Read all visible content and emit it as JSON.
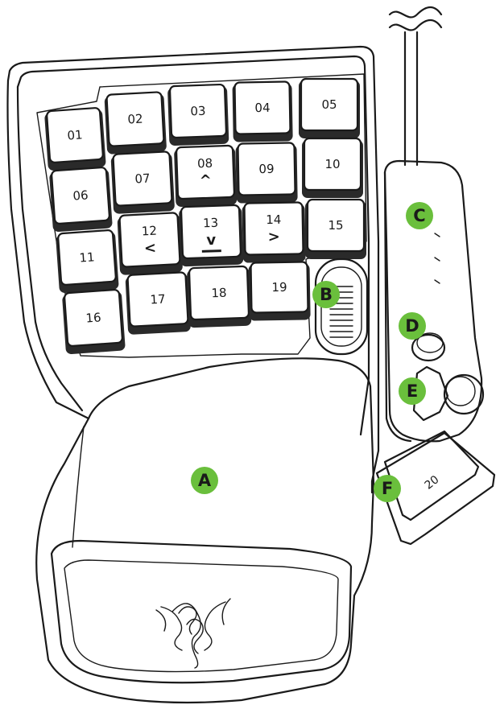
{
  "keys": [
    {
      "label": "01"
    },
    {
      "label": "02"
    },
    {
      "label": "03"
    },
    {
      "label": "04"
    },
    {
      "label": "05"
    },
    {
      "label": "06"
    },
    {
      "label": "07"
    },
    {
      "label": "08",
      "glyph": "^"
    },
    {
      "label": "09"
    },
    {
      "label": "10"
    },
    {
      "label": "11"
    },
    {
      "label": "12",
      "glyph": "<"
    },
    {
      "label": "13",
      "glyph": "v"
    },
    {
      "label": "14",
      "glyph": ">"
    },
    {
      "label": "15"
    },
    {
      "label": "16"
    },
    {
      "label": "17"
    },
    {
      "label": "18"
    },
    {
      "label": "19"
    }
  ],
  "thumb_key": {
    "label": "20"
  },
  "callouts": {
    "A": "A",
    "B": "B",
    "C": "C",
    "D": "D",
    "E": "E",
    "F": "F"
  },
  "colors": {
    "callout_fill": "#6abf3c",
    "line": "#1a1a1a",
    "background": "#ffffff"
  },
  "icons": [
    "razer-logo-icon",
    "cable-break-icon",
    "scroll-wheel-icon",
    "thumbpad-icon"
  ]
}
